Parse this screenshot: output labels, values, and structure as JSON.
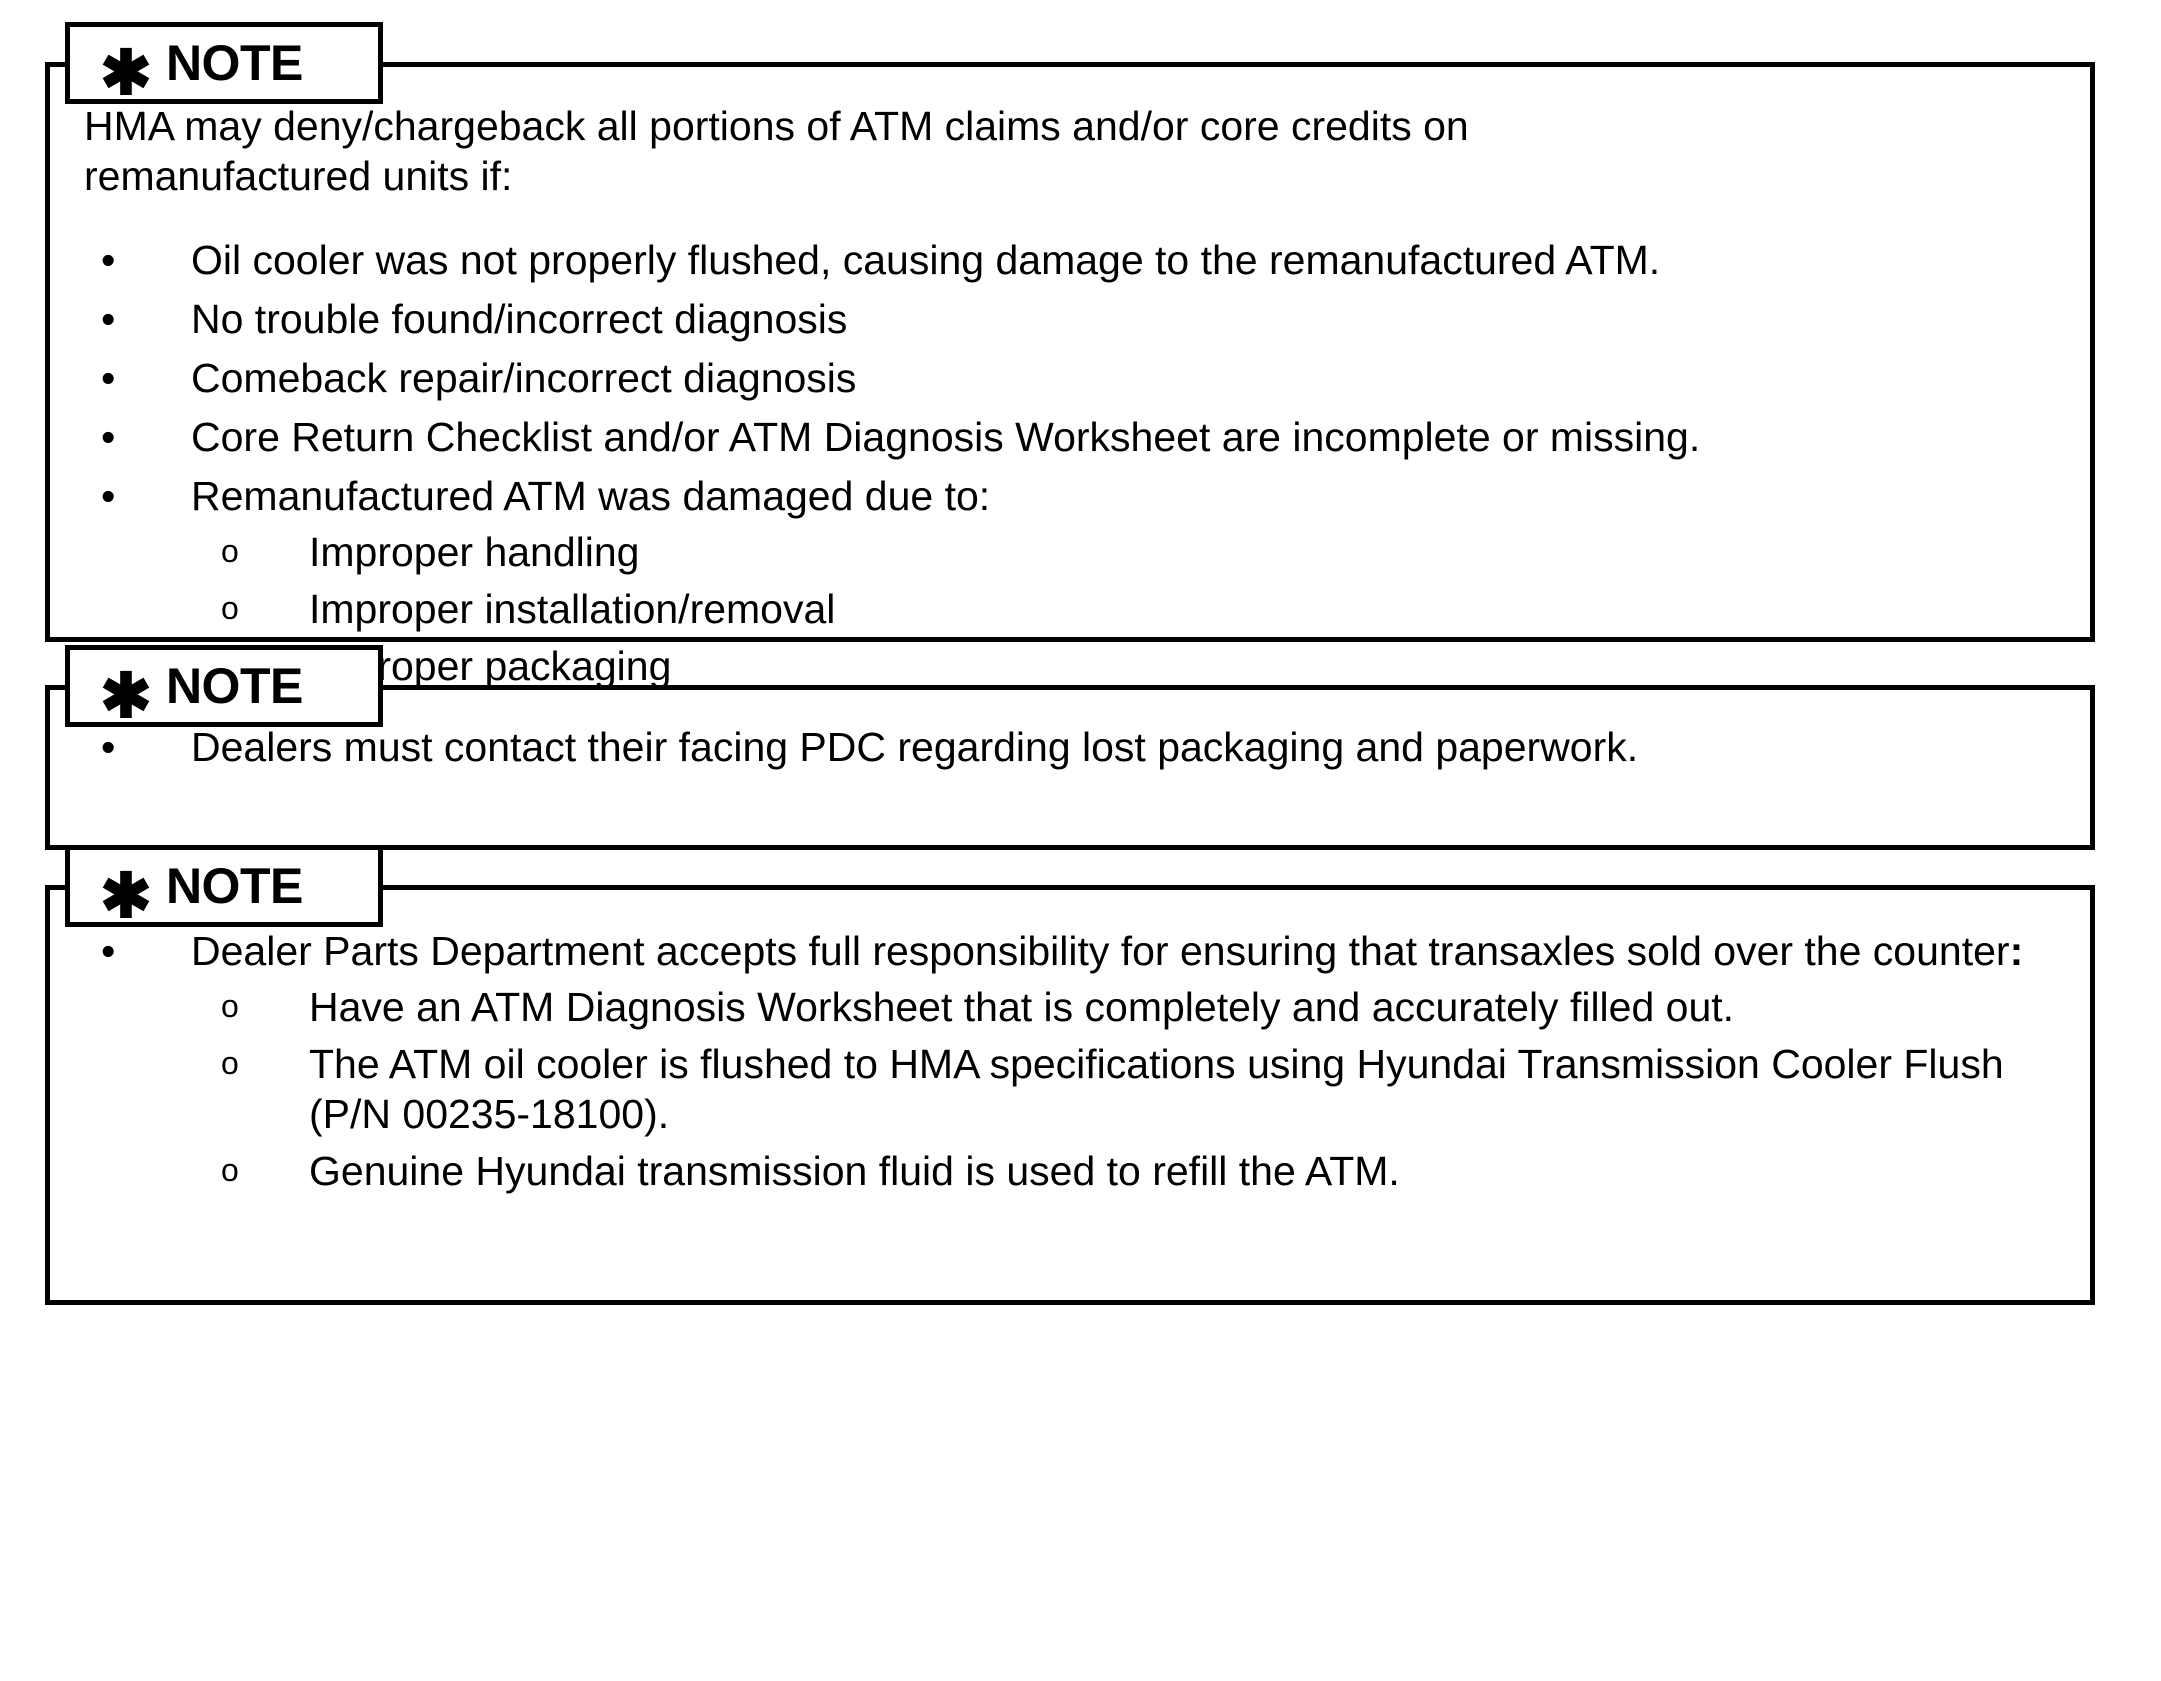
{
  "document": {
    "title": "HMA ATM Remanufactured Unit Notes"
  },
  "notes": [
    {
      "tab_icon": "asterisk-icon",
      "tab_symbol": "✱",
      "tab_label": "NOTE",
      "intro": "HMA may deny/chargeback all portions of ATM claims and/or core credits on remanufactured units if:",
      "bullets": [
        {
          "text": "Oil cooler was not properly flushed, causing damage to the remanufactured ATM."
        },
        {
          "text": "No trouble found/incorrect diagnosis"
        },
        {
          "text": "Comeback repair/incorrect diagnosis"
        },
        {
          "text": "Core Return Checklist and/or ATM Diagnosis Worksheet are incomplete or missing."
        },
        {
          "text": "Remanufactured ATM was damaged due to:",
          "sub_bullets": [
            "Improper handling",
            "Improper installation/removal",
            "Improper packaging"
          ]
        }
      ]
    },
    {
      "tab_icon": "asterisk-icon",
      "tab_symbol": "✱",
      "tab_label": "NOTE",
      "bullets": [
        {
          "text": "Dealers must contact their facing PDC regarding lost packaging and paperwork."
        }
      ]
    },
    {
      "tab_icon": "asterisk-icon",
      "tab_symbol": "✱",
      "tab_label": "NOTE",
      "bullets": [
        {
          "text_before_colon": "Dealer Parts Department accepts full responsibility for ensuring that transaxles sold over the counter",
          "colon": ":",
          "sub_bullets": [
            "Have an ATM Diagnosis Worksheet that is completely and accurately filled out.",
            "The ATM oil cooler is flushed to HMA specifications using Hyundai Transmission Cooler Flush (P/N 00235-18100).",
            "Genuine Hyundai transmission fluid is used to refill the ATM."
          ]
        }
      ]
    }
  ],
  "glyphs": {
    "bullet_dot": "•",
    "bullet_circle": "o"
  },
  "colors": {
    "ink": "#000000",
    "paper": "#ffffff"
  }
}
